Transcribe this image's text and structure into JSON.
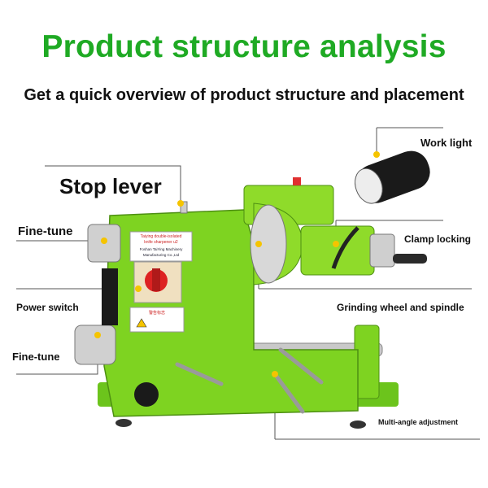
{
  "header": {
    "title": "Product structure analysis",
    "subtitle": "Get a quick overview of product structure and placement"
  },
  "labels": {
    "work_light": "Work light",
    "stop_lever": "Stop lever",
    "fine_tune_top": "Fine-tune",
    "clamp_locking": "Clamp locking",
    "power_switch": "Power switch",
    "grinding_wheel": "Grinding wheel and spindle",
    "fine_tune_bottom": "Fine-tune",
    "multi_angle": "Multi-angle adjustment"
  },
  "nameplate": {
    "line1": "Taiying double-isolated",
    "line2": "knife sharpener u2",
    "line3": "Foshan TaiYing Machinery",
    "line4": "Manufacturing Co.,Ltd"
  },
  "warning_plate": {
    "line1": "警告标志"
  },
  "colors": {
    "title_green": "#1faa24",
    "machine_green": "#7ed321",
    "marker_yellow": "#f5c400"
  }
}
